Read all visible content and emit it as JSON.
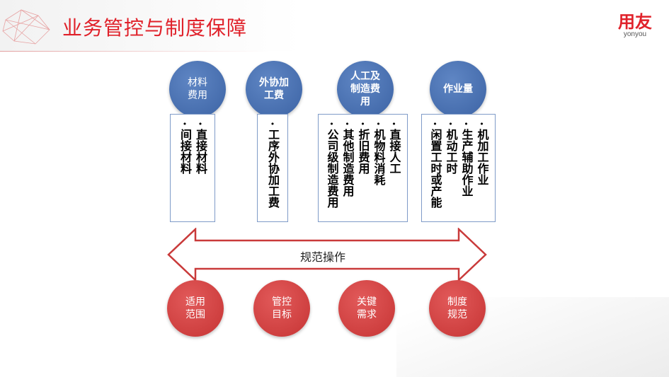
{
  "header": {
    "title": "业务管控与制度保障",
    "brand_name": "用友",
    "brand_sub": "yonyou"
  },
  "categories": [
    {
      "label": "材料\n费用",
      "items": [
        "直接材料",
        "间接材料"
      ]
    },
    {
      "label": "外协加\n工费",
      "items": [
        "工序外协加工费"
      ]
    },
    {
      "label": "人工及\n制造费\n用",
      "items": [
        "直接人工",
        "机物料消耗",
        "折旧费用",
        "其他制造费用",
        "公司级制造费用"
      ]
    },
    {
      "label": "作业量",
      "items": [
        "机加工作业",
        "生产辅助作业",
        "机动工时",
        "闲置工时或产能"
      ]
    }
  ],
  "arrow_label": "规范操作",
  "controls": [
    {
      "label": "适用\n范围"
    },
    {
      "label": "管控\n目标"
    },
    {
      "label": "关键\n需求"
    },
    {
      "label": "制度\n规范"
    }
  ],
  "colors": {
    "accent": "#e0212a",
    "blue": "#4a72b4",
    "red": "#c93a3a",
    "box_border": "#7f9bc8"
  }
}
